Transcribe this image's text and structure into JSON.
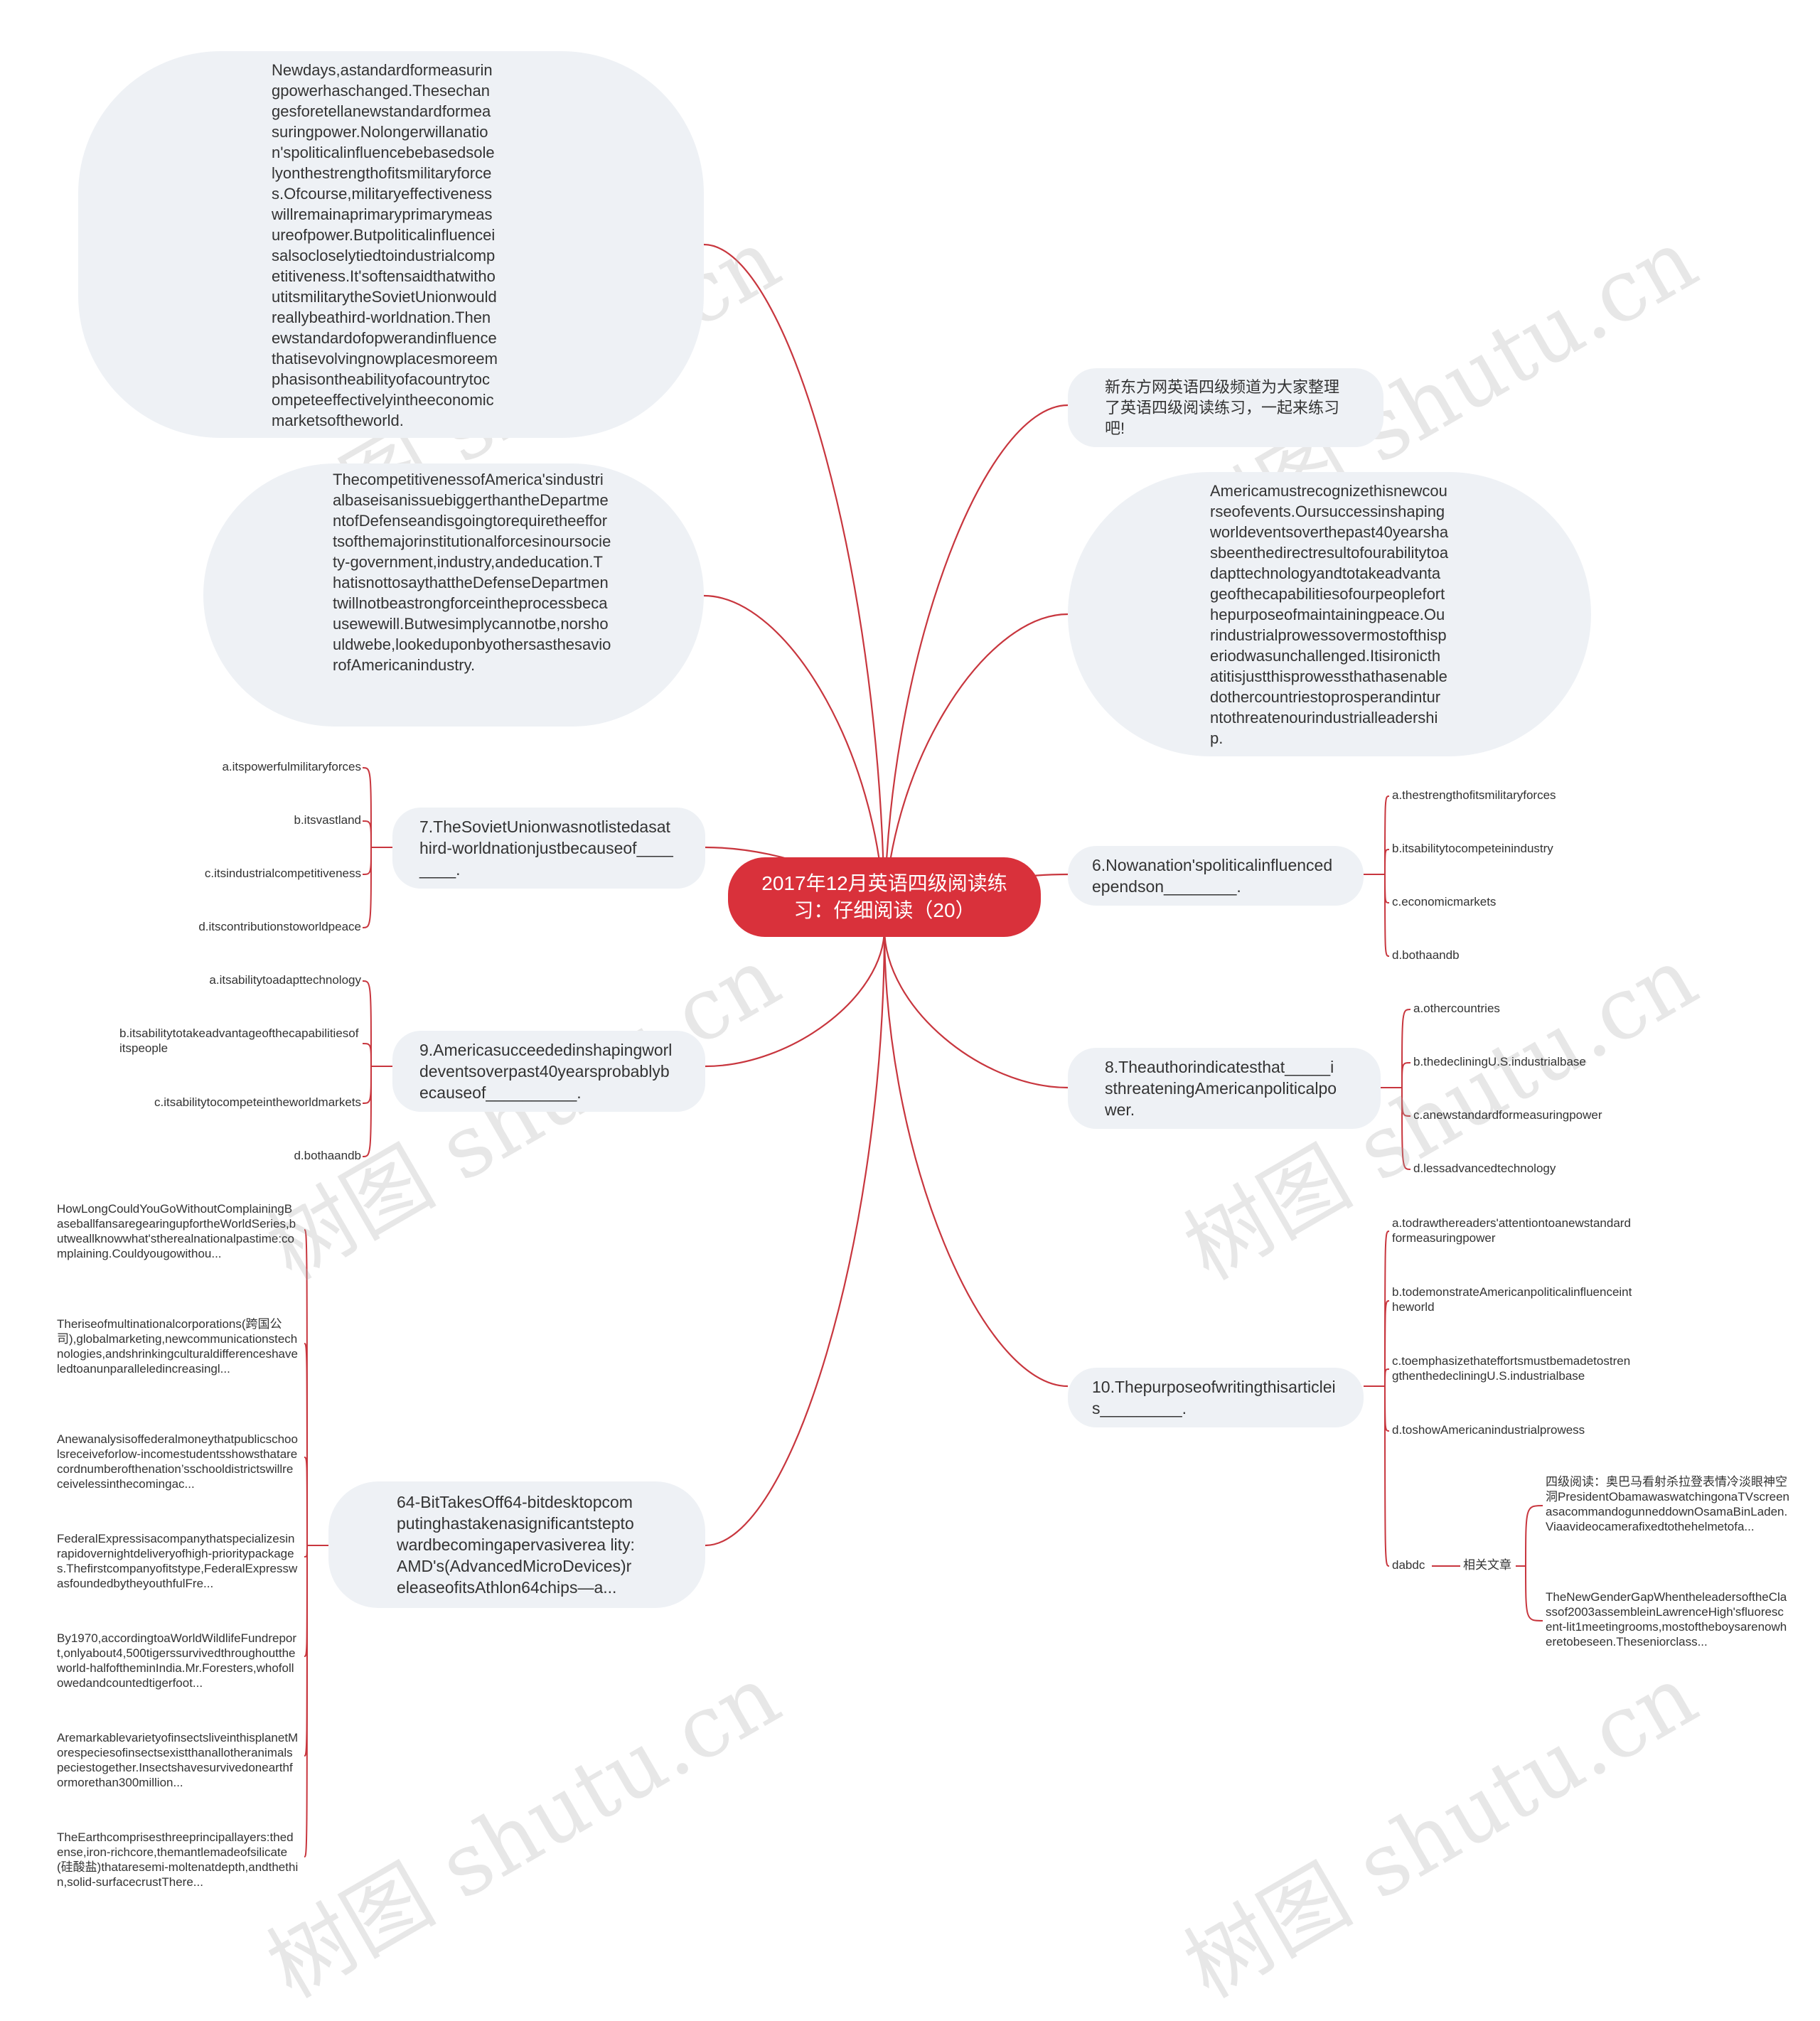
{
  "root": {
    "title": "2017年12月英语四级阅读练习：仔细阅读（20）"
  },
  "left": {
    "passage1": "Newdays,astandardformeasuringpowerhaschanged.Thesechangesforetellanewstandardformeasuringpower.Nolongerwillanation'spoliticalinfluencebebasedsolelyonthestrengthofitsmilitaryforces.Ofcourse,militaryeffectivenesswillremainaprimaryprimarymeasureofpower.Butpoliticalinfluenceisalsocloselytiedtoindustrialcompetitiveness.It'softensaidthatwithoutitsmilitarytheSovietUnionwouldreallybeathird-worldnation.Thenewstandardofopwerandinfluencethatisevolvingnowplacesmoreemphasisontheabilityofacountrytocompeteeffectivelyintheeconomicmarketsoftheworld.",
    "passage2": "ThecompetitivenessofAmerica'sindustrialbaseisanissuebiggerthantheDepartmentofDefenseandisgoingtorequiretheeffortsofthemajorinstitutionalforcesinoursociety-government,industry,andeducation.ThatisnottosaythattheDefenseDepartmentwillnotbeastrongforceintheprocessbecausewewill.Butwesimplycannotbe,norshouldwebe,lookeduponbyothersasthesaviorofAmericanindustry.",
    "q7": {
      "question": "7.TheSovietUnionwasnotlistedasathird-worldnationjustbecauseof________.",
      "options": [
        "a.itspowerfulmilitaryforces",
        "b.itsvastland",
        "c.itsindustrialcompetitiveness",
        "d.itscontributionstoworldpeace"
      ]
    },
    "q9": {
      "question": "9.Americasucceededinshapingworldeventsoverpast40yearsprobablybecauseof__________.",
      "options": [
        "a.itsabilitytoadapttechnology",
        "b.itsabilitytotakeadvantageofthecapabilitiesofitspeople",
        "c.itsabilitytocompeteintheworldmarkets",
        "d.bothaandb"
      ]
    },
    "related": {
      "title": "64-BitTakesOff64-bitdesktopcomputinghastakenasignificantsteptowardbecomingapervasiverea lity:AMD's(AdvancedMicroDevices)releaseofitsAthlon64chips—a...",
      "items": [
        "HowLongCouldYouGoWithoutComplainingBaseballfansaregearingupfortheWorldSeries,butweallknowwhat'stherealnationalpastime:complaining.Couldyougowithou...",
        "Theriseofmultinationalcorporations(跨国公司),globalmarketing,newcommunicationstechnologies,andshrinkingculturaldifferenceshaveledtoanunparalleledincreasingl...",
        "Anewanalysisoffederalmoneythatpublicschoolsreceiveforlow-incomestudentsshowsthatarecordnumberofthenation’sschooldistrictswillreceivelessinthecomingac...",
        "FederalExpressisacompanythatspecializesinrapidovernightdeliveryofhigh-prioritypackages.Thefirstcompanyofitstype,FederalExpresswasfoundedbytheyouthfulFre...",
        "By1970,accordingtoaWorldWildlifeFundreport,onlyabout4,500tigerssurvivedthroughouttheworld-halfoftheminIndia.Mr.Foresters,whofollowedandcountedtigerfoot...",
        "AremarkablevarietyofinsectsliveinthisplanetMorespeciesofinsectsexistthanallotheranimalspeciestogether.Insectshavesurvivedonearthformorethan300million...",
        "TheEarthcomprisesthreeprincipallayers:thedense,iron-richcore,themantlemadeofsilicate(硅酸盐)thataresemi-moltenatdepth,andthethin,solid-surfacecrustThere..."
      ]
    }
  },
  "right": {
    "intro": "新东方网英语四级频道为大家整理了英语四级阅读练习，一起来练习吧!",
    "passage3": "Americamustrecognizethisnewcourseofevents.Oursuccessinshapingworldeventsoverthepast40yearshasbeenthedirectresultofourabilitytoadapttechnologyandtotakeadvantageofthecapabilitiesofourpeopleforthepurposeofmaintainingpeace.Ourindustrialprowessovermostofthisperiodwasunchallenged.Itisironicthatitisjustthisprowessthathasenabledothercountriestoprosperandinturntothreatenourindustrialleadership.",
    "q6": {
      "question": "6.Nowanation'spoliticalinfluencedependson________.",
      "options": [
        "a.thestrengthofitsmilitaryforces",
        "b.itsabilitytocompeteinindustry",
        "c.economicmarkets",
        "d.bothaandb"
      ]
    },
    "q8": {
      "question": "8.Theauthorindicatesthat_____isthreateningAmericanpoliticalpower.",
      "options": [
        "a.othercountries",
        "b.thedecliningU.S.industrialbase",
        "c.anewstandardformeasuringpower",
        "d.lessadvancedtechnology"
      ]
    },
    "q10": {
      "question": "10.Thepurposeofwritingthisarticleis_________.",
      "options": [
        "a.todrawthereaders'attentiontoanewstandardformeasuringpower",
        "b.todemonstrateAmericanpoliticalinfluenceintheworld",
        "c.toemphasizethateffortsmustbemadetostrengthenthedecliningU.S.industrialbase",
        "d.toshowAmericanindustrialprowess",
        "dabdc"
      ]
    },
    "related_label": "相关文章",
    "related_items": [
      "四级阅读：奥巴马看射杀拉登表情冷淡眼神空洞PresidentObamawaswatchingonaTVscreenasacommandogunneddownOsamaBinLaden.Viaavideocamerafixedtothehelmetofa...",
      "TheNewGenderGapWhentheleadersoftheClassof2003assembleinLawrenceHigh'sfluorescent-lit1meetingrooms,mostoftheboysarenowheretobeseen.Theseniorclass..."
    ]
  },
  "watermark": "树图 shutu.cn",
  "colors": {
    "line": "#c8363e",
    "root": "#d9313b",
    "bubble": "#eef1f5"
  }
}
